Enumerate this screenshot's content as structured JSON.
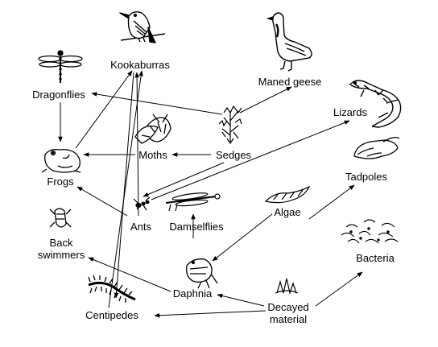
{
  "colors": {
    "ink": "#000000",
    "background": "#ffffff"
  },
  "organisms": {
    "kookaburras": {
      "label": "Kookaburras",
      "icon": "kookaburra-bird-icon"
    },
    "maned_geese": {
      "label": "Maned geese",
      "icon": "goose-icon"
    },
    "dragonflies": {
      "label": "Dragonflies",
      "icon": "dragonfly-icon"
    },
    "lizards": {
      "label": "Lizards",
      "icon": "lizard-icon"
    },
    "moths": {
      "label": "Moths",
      "icon": "moth-icon"
    },
    "sedges": {
      "label": "Sedges",
      "icon": "sedge-plant-icon"
    },
    "frogs": {
      "label": "Frogs",
      "icon": "frog-icon"
    },
    "tadpoles": {
      "label": "Tadpoles",
      "icon": "tadpole-icon"
    },
    "ants": {
      "label": "Ants",
      "icon": "ant-icon"
    },
    "damselflies": {
      "label": "Damselflies",
      "icon": "damselfly-icon"
    },
    "algae": {
      "label": "Algae",
      "icon": "algae-icon"
    },
    "back_swimmers": {
      "label": "Back\nswimmers",
      "icon": "back-swimmer-icon"
    },
    "bacteria": {
      "label": "Bacteria",
      "icon": "bacteria-icon"
    },
    "daphnia": {
      "label": "Daphnia",
      "icon": "daphnia-icon"
    },
    "centipedes": {
      "label": "Centipedes",
      "icon": "centipede-icon"
    },
    "decayed_material": {
      "label": "Decayed\nmaterial",
      "icon": "decayed-material-icon"
    }
  },
  "links": [
    {
      "from": "dragonflies",
      "to": "frogs"
    },
    {
      "from": "sedges",
      "to": "dragonflies"
    },
    {
      "from": "sedges",
      "to": "maned_geese"
    },
    {
      "from": "sedges",
      "to": "moths"
    },
    {
      "from": "moths",
      "to": "frogs"
    },
    {
      "from": "frogs",
      "to": "kookaburras"
    },
    {
      "from": "ants",
      "to": "frogs"
    },
    {
      "from": "ants",
      "to": "kookaburras"
    },
    {
      "from": "ants",
      "to": "lizards"
    },
    {
      "from": "sedges",
      "to": "ants"
    },
    {
      "from": "centipedes",
      "to": "kookaburras"
    },
    {
      "from": "kookaburras",
      "to": "centipedes"
    },
    {
      "from": "damselflies",
      "to": "damselflies_up"
    },
    {
      "from": "algae",
      "to": "tadpoles"
    },
    {
      "from": "algae",
      "to": "daphnia"
    },
    {
      "from": "daphnia",
      "to": "back_swimmers"
    },
    {
      "from": "decayed_material",
      "to": "daphnia"
    },
    {
      "from": "decayed_material",
      "to": "bacteria"
    },
    {
      "from": "decayed_material",
      "to": "centipedes"
    }
  ]
}
